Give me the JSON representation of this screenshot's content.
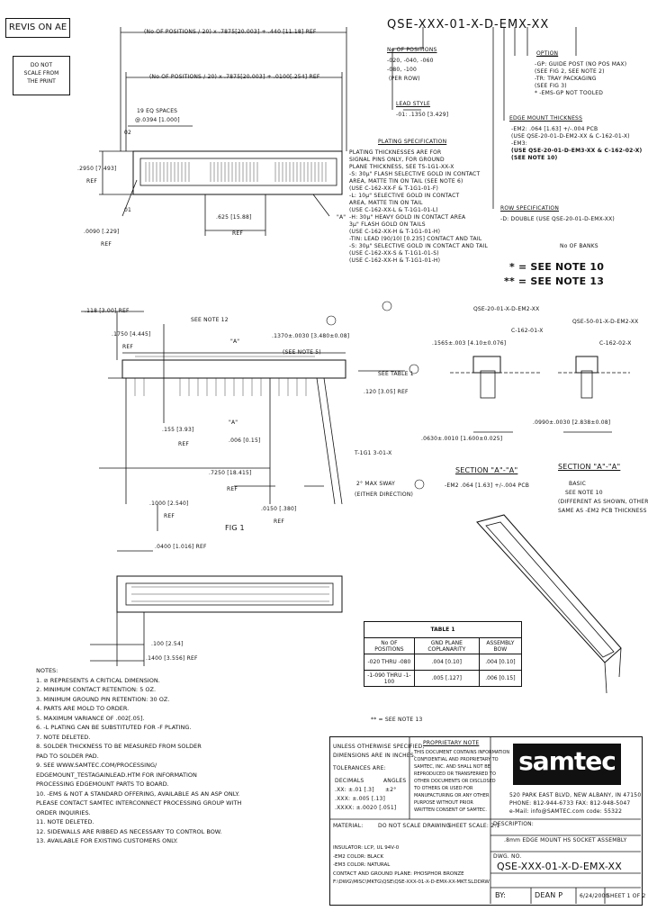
{
  "revision": {
    "label": "REVIS ON AE"
  },
  "noscale": {
    "l1": "DO NOT",
    "l2": "SCALE FROM",
    "l3": "THE PRINT"
  },
  "part_number": "QSE-XXX-01-X-D-EMX-XX",
  "dims": {
    "top1": "(No OF POSITIONS / 20) x .7875[20.003] + .440 [11.18] REF",
    "top2": "(No OF POSITIONS / 20) x .7875[20.003] + .0100[.254] REF",
    "eq": "19 EQ SPACES",
    "eq2": "@.0394 [1.000]",
    "d2950": ".2950 [7.493]",
    "ref": "REF",
    "d02": "02",
    "d01": "01",
    "d0090": ".0090 [.229]",
    "d625": ".625 [15.88]",
    "a_label": "\"A\"",
    "d118": ".118 [3.00] REF",
    "d1750": ".1750 [4.445]",
    "see_note12": "SEE NOTE 12",
    "d1370": ".1370±.0030 [3.480±0.08]",
    "see_note5": "(SEE NOTE 5)",
    "see_table1": "SEE TABLE 1",
    "d155": ".155 [3.93]",
    "d006": ".006 [0.15]",
    "d120": ".120 [3.05] REF",
    "t1g": "T-1G1 3-01-X",
    "d7250": ".7250 [18.415]",
    "d1000": ".1000 [2.540]",
    "d0150": ".0150 [.380]",
    "sway": "2° MAX SWAY",
    "either": "(EITHER DIRECTION)",
    "fig1": "FIG 1",
    "d0400": ".0400 [1.016] REF",
    "d100": ".100 [2.54]",
    "d1400": ".1400 [3.556] REF",
    "d1565": ".1565±.003 [4.10±0.076]",
    "d0630": ".0630±.0010 [1.600±0.025]",
    "d0990": ".0990±.0030 [2.838±0.08]",
    "qse20": "QSE-20-01-X-D-EM2-XX",
    "qse50": "QSE-50-01-X-D-EM2-XX",
    "c162_01": "C-162-01-X",
    "c162_02": "C-162-02-X",
    "secA1": "SECTION \"A\"-\"A\"",
    "secA2": "SECTION \"A\"-\"A\"",
    "em2": "-EM2 .064 [1.63] +/-.004 PCB",
    "bas1": "BASIC",
    "bas2": "SEE NOTE 10",
    "bas3": "(DIFFERENT AS SHOWN, OTHERWISE",
    "bas4": "SAME AS -EM2 PCB THICKNESS"
  },
  "spec": {
    "positions_h": "No OF POSITIONS",
    "positions_v": "-020, -040, -060",
    "positions_v2": "-080, -100",
    "per_row": "(PER ROW)",
    "lead_h": "LEAD STYLE",
    "lead_v": "-01: .1350 [3.429]",
    "plating_h": "PLATING SPECIFICATION",
    "plating_lines": [
      "PLATING THICKNESSES ARE FOR",
      "SIGNAL PINS ONLY, FOR GROUND",
      "PLANE THICKNESS, SEE TS-1G1-XX-X",
      "-S: 30µ\" FLASH SELECTIVE GOLD IN CONTACT",
      "  AREA, MATTE TIN ON TAIL (SEE NOTE 6)",
      "  (USE C-162-XX-F & T-1G1-01-F)",
      "-L: 10µ\" SELECTIVE GOLD IN CONTACT",
      "  AREA, MATTE TIN ON TAIL",
      "  (USE C-162-XX-L & T-1G1-01-L)",
      "-H: 30µ\" HEAVY GOLD IN CONTACT AREA",
      "  3µ\" FLASH GOLD ON TAILS",
      "  (USE C-162-XX-H & T-1G1-01-H)",
      "-TIN: LEAD (90/10) [0.235] CONTACT AND TAIL",
      "-S: 30µ\" SELECTIVE GOLD IN CONTACT AND TAIL",
      "  (USE C-162-XX-S & T-1G1-01-S)",
      "  (USE C-162-XX-H & T-1G1-01-H)"
    ],
    "option_h": "OPTION",
    "option_lines": [
      "-GP: GUIDE POST (NO POS MAX)",
      "(SEE FIG 2, SEE NOTE 2)",
      "-TR: TRAY PACKAGING",
      "(SEE FIG 3)",
      "* -EMS-GP NOT TOOLED"
    ],
    "edge_h": "EDGE MOUNT THICKNESS",
    "edge_lines": [
      "-EM2: .064 [1.63] +/-.004 PCB",
      "(USE QSE-20-01-D-EM2-XX & C-162-01-X)",
      "-EM3:"
    ],
    "edge_bold1": "(USE QSE-20-01-D-EM3-XX & C-162-02-X)",
    "edge_bold2": "(SEE NOTE 10)",
    "row_h": "ROW SPECIFICATION",
    "row_v": "-D: DOUBLE (USE QSE-20-01-D-EMX-XX)",
    "banks": "No OF BANKS",
    "note10": "* = SEE NOTE 10",
    "note13": "** = SEE NOTE 13"
  },
  "table1": {
    "title": "TABLE 1",
    "headers": [
      "No OF POSITIONS",
      "GND PLANE COPLANARITY",
      "ASSEMBLY BOW"
    ],
    "rows": [
      [
        "-020 THRU -080",
        ".004 [0.10]",
        ".004 [0.10]"
      ],
      [
        "-1-090 THRU -1-100",
        ".005 [.127]",
        ".006 [0.15]"
      ]
    ],
    "footnote": "** = SEE NOTE 13"
  },
  "notes": {
    "title": "NOTES:",
    "items": [
      "1.  ⊘  REPRESENTS A CRITICAL DIMENSION.",
      "2.  MINIMUM CONTACT RETENTION: 5 OZ.",
      "3.  MINIMUM GROUND PIN RETENTION: 30 OZ.",
      "4.  PARTS ARE MOLD TO ORDER.",
      "5.  MAXIMUM VARIANCE OF .002[.05].",
      "6.  -L PLATING CAN BE SUBSTITUTED FOR -F PLATING.",
      "7.  NOTE DELETED.",
      "8.  SOLDER THICKNESS TO BE MEASURED FROM SOLDER",
      "     PAD TO SOLDER PAD.",
      "9.  SEE WWW.SAMTEC.COM/PROCESSING/",
      "     EDGEMOUNT_TESTAGAINLEAD.HTM FOR INFORMATION",
      "     PROCESSING EDGEMOUNT PARTS TO BOARD.",
      "10. -EMS & NOT A STANDARD OFFERING, AVAILABLE AS AN ASP ONLY.",
      "     PLEASE CONTACT SAMTEC INTERCONNECT PROCESSING GROUP WITH",
      "     ORDER INQUIRIES.",
      "11. NOTE DELETED.",
      "12. SIDEWALLS ARE RIBBED AS NECESSARY TO CONTROL BOW.",
      "13. AVAILABLE FOR EXISTING CUSTOMERS ONLY."
    ]
  },
  "titleblock": {
    "tol1": "UNLESS OTHERWISE SPECIFIED,",
    "tol2": "DIMENSIONS ARE IN INCHES.",
    "tol3": "TOLERANCES ARE:",
    "decimals": "DECIMALS",
    "angles": "ANGLES",
    "tol_a": ".XX: ±.01 [.3]",
    "tol_b": ".XXX: ±.005 [.13]",
    "tol_c": ".XXXX: ±.0020 [.051]",
    "ang": "±2°",
    "prop1": "PROPRIETARY NOTE",
    "prop_lines": [
      "THIS DOCUMENT CONTAINS INFORMATION",
      "CONFIDENTIAL AND PROPRIETARY TO",
      "SAMTEC, INC. AND SHALL NOT BE",
      "REPRODUCED OR TRANSFERRED TO",
      "OTHER DOCUMENTS OR DISCLOSED",
      "TO OTHERS OR USED FOR",
      "MANUFACTURING OR ANY OTHER",
      "PURPOSE WITHOUT PRIOR",
      "WRITTEN CONSENT OF SAMTEC."
    ],
    "logo": "samtec",
    "addr1": "520 PARK EAST BLVD, NEW ALBANY, IN 47150",
    "addr2": "PHONE: 812-944-6733    FAX: 812-948-5047",
    "addr3": "e-Mail: info@SAMTEC.com    code: 55322",
    "material": "MATERIAL:",
    "dnsd": "DO NOT SCALE DRAWING",
    "sheet_scale": "SHEET SCALE: 2:1",
    "mat_lines": [
      "INSULATOR: LCP, UL 94V-0",
      "-EM2 COLOR: BLACK",
      "-EM3 COLOR: NATURAL",
      "CONTACT AND GROUND PLANE: PHOSPHOR BRONZE",
      "F:\\DWG\\MISC\\MKTG\\QSE\\QSE-XXX-01-X-D-EMX-XX-MKT.SLDDRW"
    ],
    "desc_h": "DESCRIPTION:",
    "desc_v": ".8mm EDGE MOUNT HS SOCKET ASSEMBLY",
    "dwg_h": "DWG. NO.",
    "dwg_v": "QSE-XXX-01-X-D-EMX-XX",
    "by": "BY:",
    "by_v": "DEAN P",
    "date": "6/24/2000",
    "sheet": "SHEET 1 OF 2"
  }
}
